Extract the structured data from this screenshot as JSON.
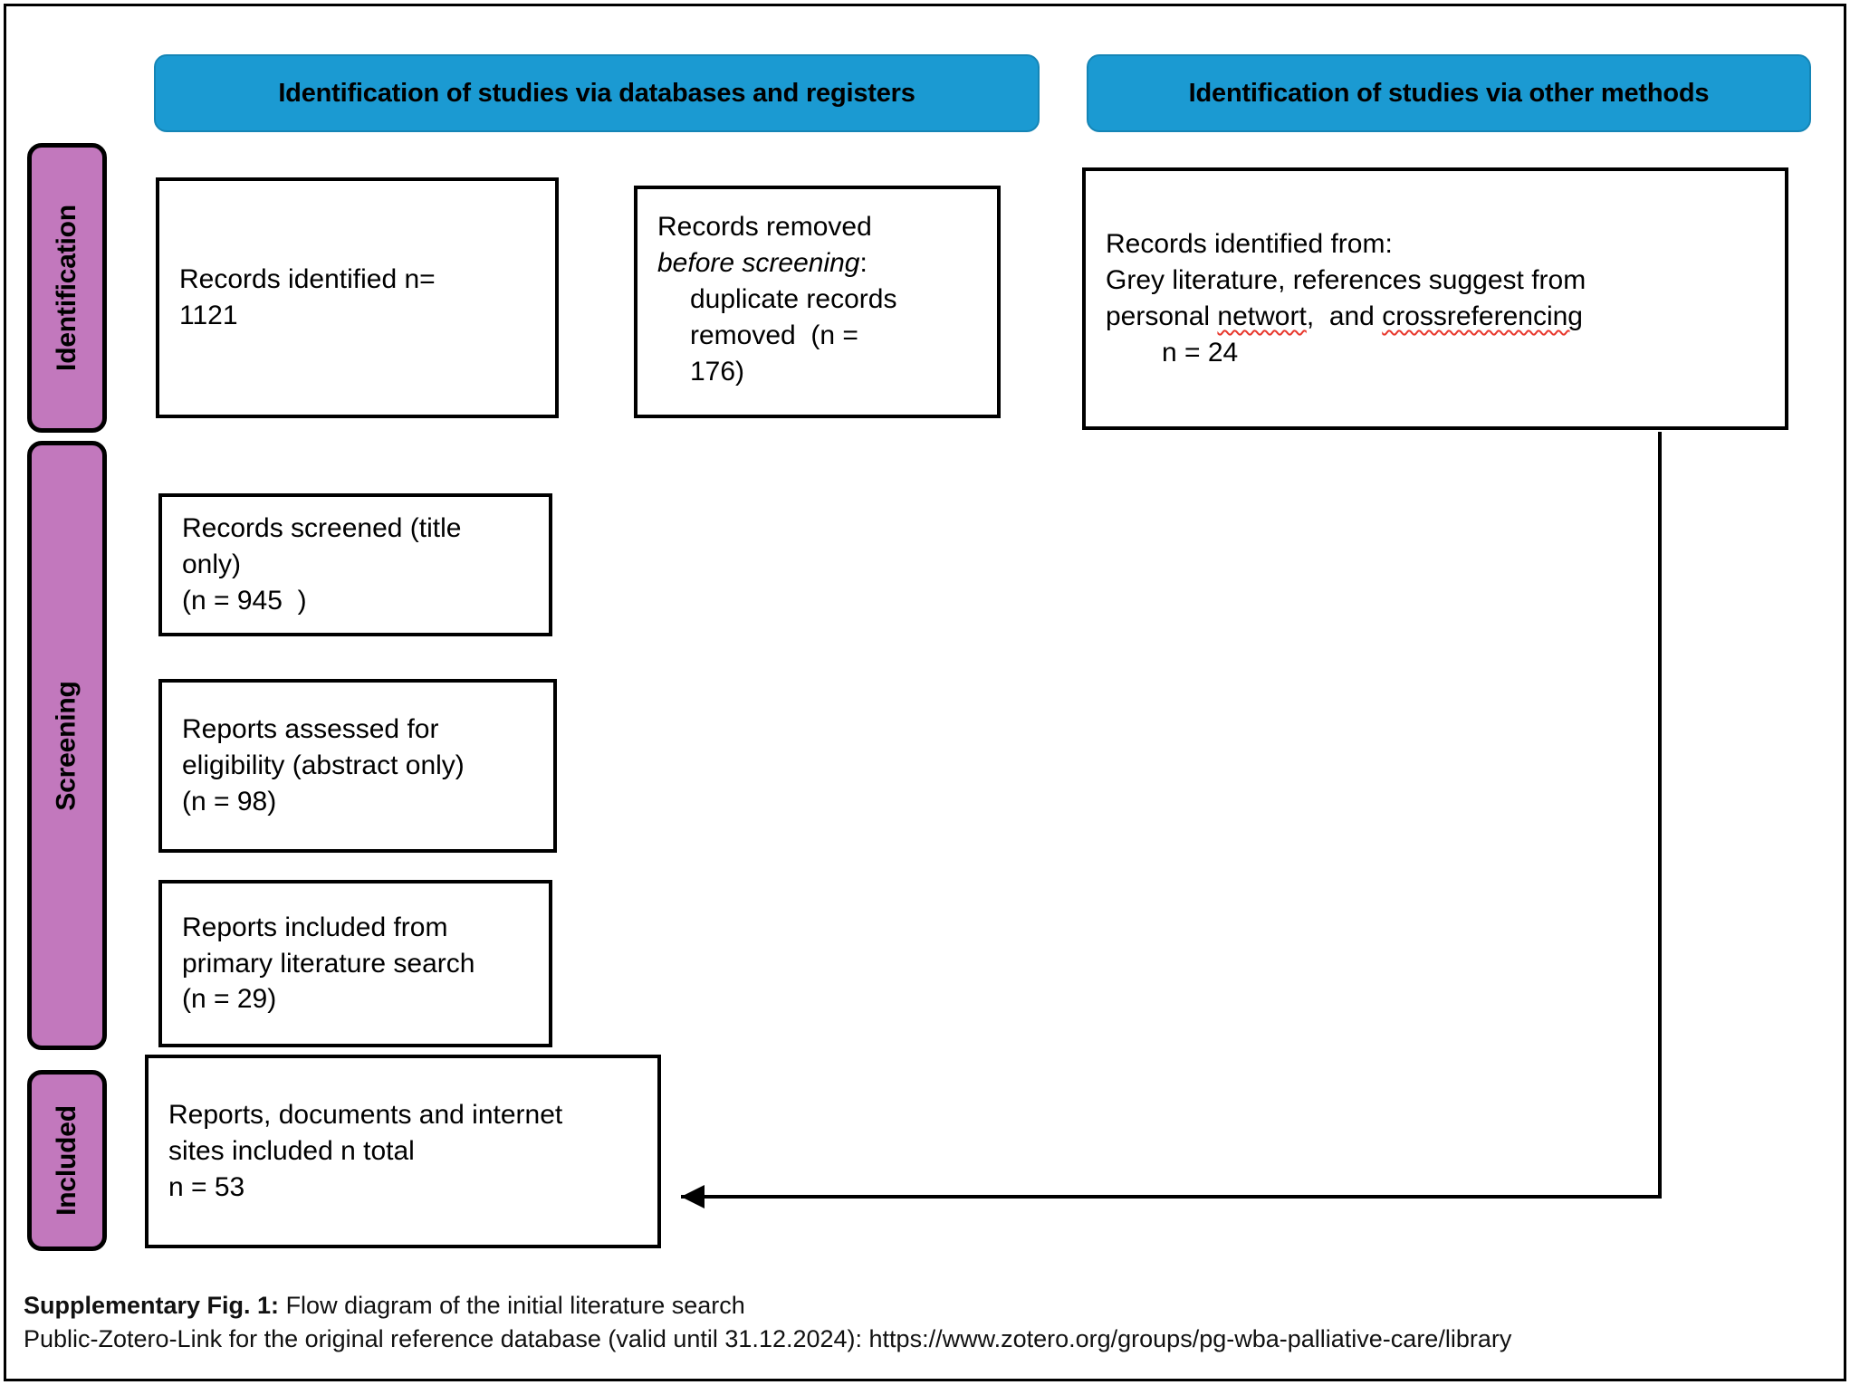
{
  "figure": {
    "type": "prisma-flow-diagram",
    "colors": {
      "banner": "#1b9ad2",
      "rail": "#c278bd",
      "box_border": "#000000",
      "spellcheck_underline": "#e8372c",
      "background": "#ffffff"
    }
  },
  "banners": {
    "databases": "Identification of studies via databases and registers",
    "other": "Identification of studies via other methods"
  },
  "rails": {
    "identification": "Identification",
    "screening": "Screening",
    "included": "Included"
  },
  "nodes": {
    "records_identified": {
      "line1": "Records identified n=",
      "line2": "1121"
    },
    "records_removed": {
      "line1": "Records removed",
      "line2_italic": "before screening",
      "line2_tail": ":",
      "line3": "duplicate records",
      "line4": "removed  (n =",
      "line5": "176)"
    },
    "other_sources": {
      "line1": "Records identified from:",
      "line2": "Grey literature, references suggest from",
      "line3_pre": "personal ",
      "line3_misspelled": "networt",
      "line3_mid": ",  and ",
      "line3_misspelled2": "crossreferencing",
      "line4": "n = 24"
    },
    "records_screened": {
      "line1": "Records screened (title",
      "line2": "only)",
      "line3": "(n = 945  )"
    },
    "reports_eligibility": {
      "line1": "Reports assessed for",
      "line2": "eligibility (abstract only)",
      "line3": "(n = 98)"
    },
    "reports_included_primary": {
      "line1": "Reports included from",
      "line2": "primary literature search",
      "line3": "(n = 29)"
    },
    "total_included": {
      "line1": "Reports, documents and internet",
      "line2": "sites included n total",
      "line3": "n = 53"
    }
  },
  "caption": {
    "label": "Supplementary Fig. 1:",
    "line1_rest": " Flow diagram of the initial literature search",
    "line2": "Public-Zotero-Link for the original reference database (valid until 31.12.2024): https://www.zotero.org/groups/pg-wba-palliative-care/library"
  }
}
